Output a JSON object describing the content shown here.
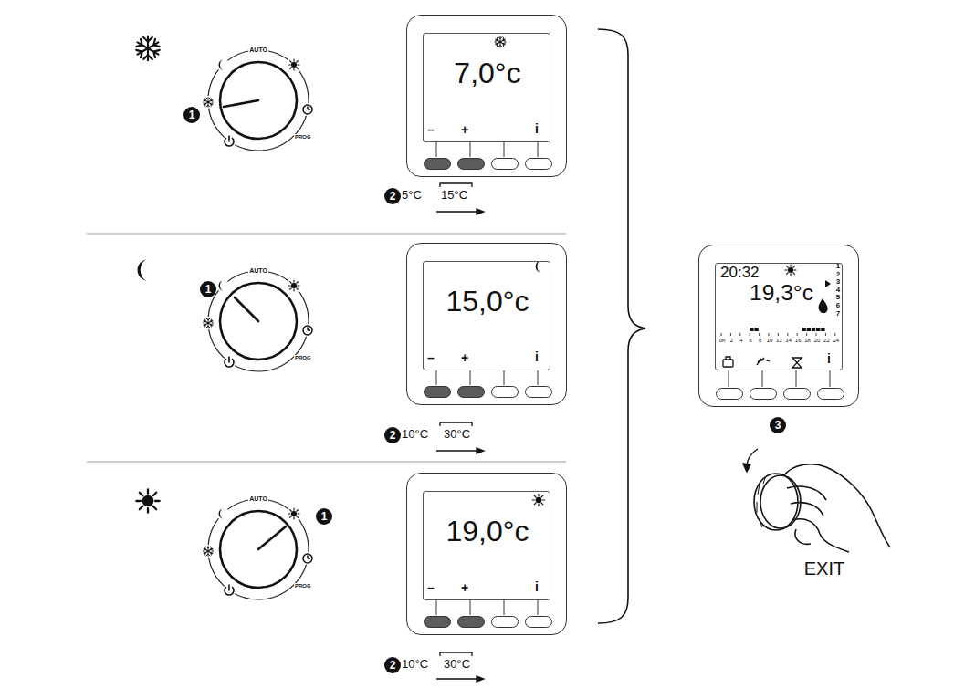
{
  "diagram": {
    "nodes": [
      {
        "text": [
          "7,0°c",
          "–",
          "+",
          "i"
        ]
      },
      {
        "text": [
          "15,0°c",
          "–",
          "+",
          "i"
        ]
      },
      {
        "text": [
          "19,0°c",
          "–",
          "+",
          "i"
        ]
      },
      {
        "text": [
          "20:32",
          "19,3°c",
          "1",
          "2",
          "3",
          "4",
          "5",
          "6",
          "7",
          "0h",
          "2",
          "4",
          "6",
          "8",
          "10",
          "12",
          "14",
          "16",
          "18",
          "20",
          "22",
          "24",
          "i"
        ]
      }
    ],
    "labels": [
      "AUTO",
      "PROG",
      "1",
      "2",
      "5°C",
      "15°C",
      "AUTO",
      "PROG",
      "1",
      "2",
      "10°C",
      "30°C",
      "AUTO",
      "PROG",
      "1",
      "2",
      "10°C",
      "30°C",
      "3",
      "EXIT"
    ]
  }
}
